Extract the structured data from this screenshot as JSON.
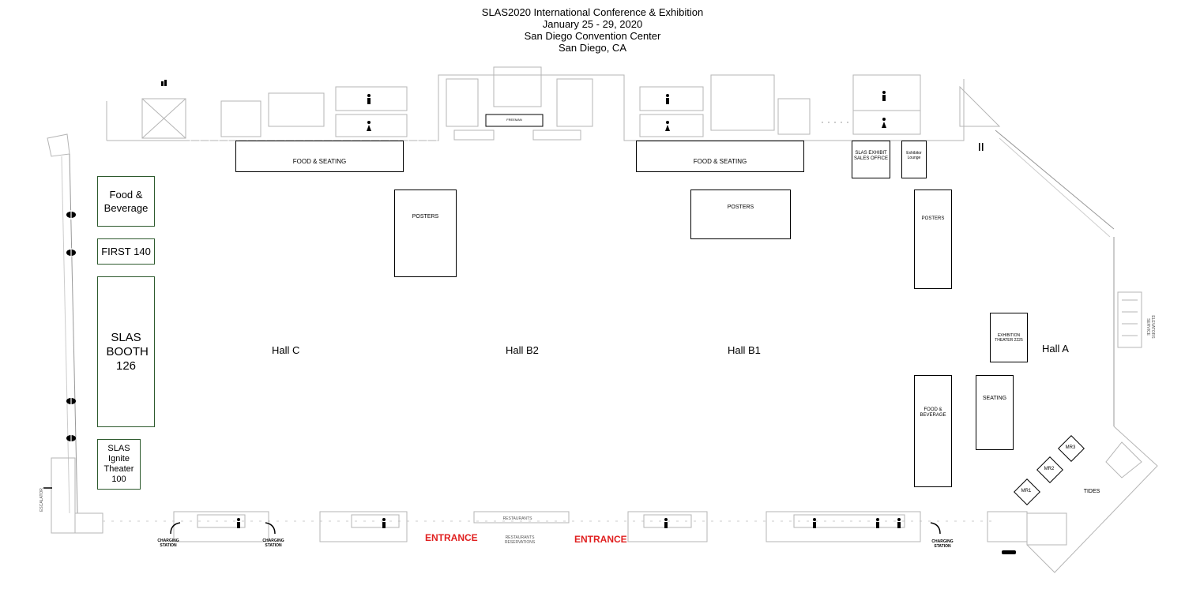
{
  "header": {
    "line1": "SLAS2020 International Conference & Exhibition",
    "line2": "January 25 - 29, 2020",
    "line3": "San Diego Convention Center",
    "line4": "San Diego, CA"
  },
  "halls": {
    "hall_c": "Hall C",
    "hall_b2": "Hall B2",
    "hall_b1": "Hall B1",
    "hall_a": "Hall A"
  },
  "areas": {
    "food_seating_left": "FOOD & SEATING",
    "food_seating_right": "FOOD & SEATING",
    "posters_b2": "POSTERS",
    "posters_b1": "POSTERS",
    "posters_a": "POSTERS",
    "slas_exhibit_sales_office": "SLAS EXHIBIT SALES OFFICE",
    "exhibitor_lounge": "Exhibitor Lounge",
    "food_beverage_a": "FOOD & BEVERAGE",
    "seating_a": "SEATING",
    "exhibition_theater": "EXHIBITION THEATER 2225",
    "freeman": "FREEMAN",
    "restaurants": "RESTAURANTS",
    "restaurants_reservations": "RESTAURANTS RESERVATIONS",
    "tides": "TIDES",
    "mr1": "MR1",
    "mr2": "MR2",
    "mr3": "MR3"
  },
  "left_column": {
    "food_beverage": "Food & Beverage",
    "first": "FIRST 140",
    "slas_booth": "SLAS BOOTH 126",
    "ignite_theater": "SLAS Ignite Theater 100"
  },
  "entrances": {
    "entrance_left": "ENTRANCE",
    "entrance_right": "ENTRANCE"
  },
  "charging": {
    "station_1": "CHARGING STATION",
    "station_2": "CHARGING STATION",
    "station_3": "CHARGING STATION"
  },
  "small_labels": {
    "elevator_service": "ELEVATORS SERVICE",
    "escalator": "ESCALATOR"
  }
}
